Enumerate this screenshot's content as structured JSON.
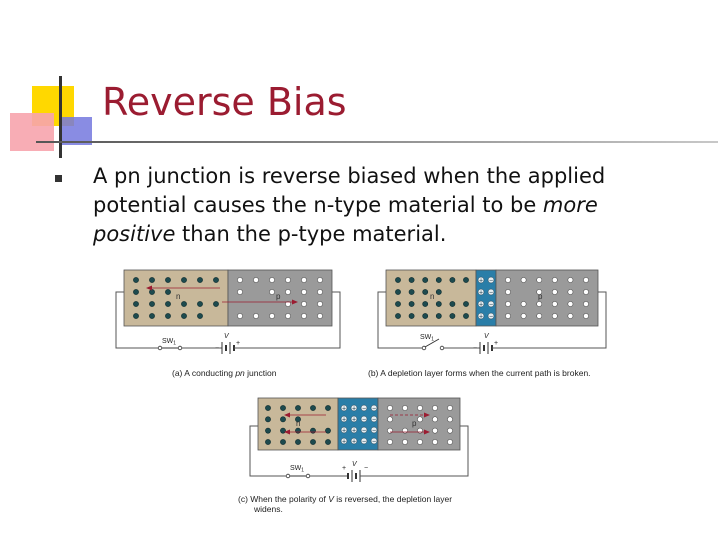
{
  "slide": {
    "title": "Reverse Bias",
    "bullet": {
      "before": "A pn junction is reverse biased when the applied potential causes the n-type material to be ",
      "emphasis": "more positive",
      "after": " than the p-type material."
    }
  },
  "figures": {
    "a": {
      "caption_prefix": "(a)  A conducting ",
      "caption_italic": "pn",
      "caption_suffix": " junction",
      "n_label": "n",
      "p_label": "p",
      "switch_label": "SW",
      "switch_sub": "1",
      "battery_label": "V",
      "minus": "−",
      "plus": "+"
    },
    "b": {
      "caption_prefix": "(b)  A depletion layer forms when the current path is broken.",
      "n_label": "n",
      "p_label": "p",
      "switch_label": "SW",
      "switch_sub": "1",
      "battery_label": "V",
      "minus": "−",
      "plus": "+"
    },
    "c": {
      "caption_prefix": "(c)  When the polarity of ",
      "caption_italic": "V",
      "caption_suffix": " is reversed, the depletion layer",
      "caption_line2": "widens.",
      "n_label": "n",
      "p_label": "p",
      "switch_label": "SW",
      "switch_sub": "1",
      "battery_label": "V",
      "minus": "−",
      "plus": "+"
    }
  },
  "colors": {
    "title": "#9b1c31",
    "n_region": "#c8b89a",
    "p_region": "#9a9a9a",
    "depletion": "#2a7ea8",
    "dot_n": "#1d4a4e",
    "dot_p": "#ffffff",
    "arrow": "#9b1c31"
  }
}
